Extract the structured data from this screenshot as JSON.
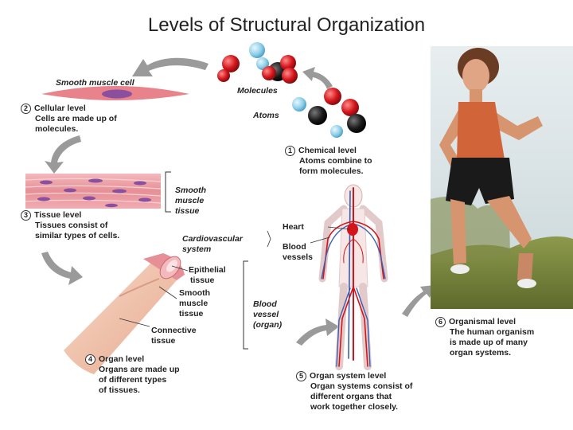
{
  "title": "Levels of Structural Organization",
  "labels": {
    "smooth_muscle_cell": "Smooth muscle cell",
    "molecules": "Molecules",
    "atoms": "Atoms",
    "smooth_muscle_tissue_1": "Smooth",
    "smooth_muscle_tissue_2": "muscle",
    "smooth_muscle_tissue_3": "tissue",
    "heart": "Heart",
    "cardiovascular_1": "Cardiovascular",
    "cardiovascular_2": "system",
    "blood_vessels_1": "Blood",
    "blood_vessels_2": "vessels",
    "epithelial_1": "Epithelial",
    "epithelial_2": "tissue",
    "organ_smooth_1": "Smooth",
    "organ_smooth_2": "muscle",
    "organ_smooth_3": "tissue",
    "connective_1": "Connective",
    "connective_2": "tissue",
    "blood_vessel_organ_1": "Blood",
    "blood_vessel_organ_2": "vessel",
    "blood_vessel_organ_3": "(organ)"
  },
  "levels": [
    {
      "number": "1",
      "lines": [
        "Chemical level",
        "Atoms combine to",
        "form molecules."
      ]
    },
    {
      "number": "2",
      "lines": [
        "Cellular level",
        "Cells are made up of",
        "molecules."
      ]
    },
    {
      "number": "3",
      "lines": [
        "Tissue level",
        "Tissues consist of",
        "similar types of cells."
      ]
    },
    {
      "number": "4",
      "lines": [
        "Organ level",
        "Organs are made up",
        "of different types",
        "of tissues."
      ]
    },
    {
      "number": "5",
      "lines": [
        "Organ system level",
        "Organ systems consist of",
        "different organs that",
        "work together closely."
      ]
    },
    {
      "number": "6",
      "lines": [
        "Organismal level",
        "The human organism",
        "is made up of many",
        "organ systems."
      ]
    }
  ],
  "colors": {
    "arrow": "#9a9a9a",
    "red_atom": "#d3151b",
    "black_atom": "#1a1a1a",
    "blue_atom": "#8fd0ea",
    "muscle_cell": "#e8838b",
    "nucleus": "#8a4f9e",
    "artery": "#d3151b",
    "vein": "#3a5fb0"
  }
}
